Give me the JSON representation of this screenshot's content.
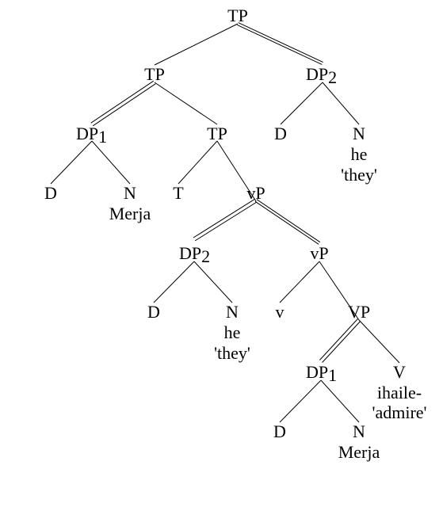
{
  "tree": {
    "nodes": {
      "tp_root": {
        "label": "TP"
      },
      "tp_left": {
        "label": "TP"
      },
      "dp2_top": {
        "label": "DP",
        "sub": "2"
      },
      "dp1_top": {
        "label": "DP",
        "sub": "1"
      },
      "tp_inner": {
        "label": "TP"
      },
      "d_dp2_top": {
        "label": "D"
      },
      "n_dp2_top": {
        "label": "N"
      },
      "n_dp2_top_word": {
        "label": "he"
      },
      "n_dp2_top_gloss": {
        "label": "'they'"
      },
      "d_dp1_top": {
        "label": "D"
      },
      "n_dp1_top": {
        "label": "N"
      },
      "n_dp1_top_word": {
        "label": "Merja"
      },
      "t": {
        "label": "T"
      },
      "vp_little_top": {
        "label": "vP"
      },
      "dp2_low": {
        "label": "DP",
        "sub": "2"
      },
      "vp_little_inner": {
        "label": "vP"
      },
      "d_dp2_low": {
        "label": "D"
      },
      "n_dp2_low": {
        "label": "N"
      },
      "n_dp2_low_word": {
        "label": "he"
      },
      "n_dp2_low_gloss": {
        "label": "'they'"
      },
      "v_little": {
        "label": "v"
      },
      "vp_big": {
        "label": "VP"
      },
      "dp1_low": {
        "label": "DP",
        "sub": "1"
      },
      "v_big": {
        "label": "V"
      },
      "v_big_word": {
        "label": "ihaile-"
      },
      "v_big_gloss": {
        "label": "'admire'"
      },
      "d_dp1_low": {
        "label": "D"
      },
      "n_dp1_low": {
        "label": "N"
      },
      "n_dp1_low_word": {
        "label": "Merja"
      }
    },
    "edges": [
      {
        "from": "tp_root",
        "to": "tp_left",
        "style": "single"
      },
      {
        "from": "tp_root",
        "to": "dp2_top",
        "style": "bold-double"
      },
      {
        "from": "tp_left",
        "to": "dp1_top",
        "style": "double"
      },
      {
        "from": "tp_left",
        "to": "tp_inner",
        "style": "single"
      },
      {
        "from": "dp2_top",
        "to": "d_dp2_top",
        "style": "single"
      },
      {
        "from": "dp2_top",
        "to": "n_dp2_top",
        "style": "single"
      },
      {
        "from": "dp1_top",
        "to": "d_dp1_top",
        "style": "single"
      },
      {
        "from": "dp1_top",
        "to": "n_dp1_top",
        "style": "single"
      },
      {
        "from": "tp_inner",
        "to": "t",
        "style": "single"
      },
      {
        "from": "tp_inner",
        "to": "vp_little_top",
        "style": "single"
      },
      {
        "from": "vp_little_top",
        "to": "dp2_low",
        "style": "double"
      },
      {
        "from": "vp_little_top",
        "to": "vp_little_inner",
        "style": "bold-double"
      },
      {
        "from": "dp2_low",
        "to": "d_dp2_low",
        "style": "single"
      },
      {
        "from": "dp2_low",
        "to": "n_dp2_low",
        "style": "single"
      },
      {
        "from": "vp_little_inner",
        "to": "v_little",
        "style": "single"
      },
      {
        "from": "vp_little_inner",
        "to": "vp_big",
        "style": "single"
      },
      {
        "from": "vp_big",
        "to": "dp1_low",
        "style": "double"
      },
      {
        "from": "vp_big",
        "to": "v_big",
        "style": "single"
      },
      {
        "from": "dp1_low",
        "to": "d_dp1_low",
        "style": "single"
      },
      {
        "from": "dp1_low",
        "to": "n_dp1_low",
        "style": "single"
      }
    ]
  }
}
